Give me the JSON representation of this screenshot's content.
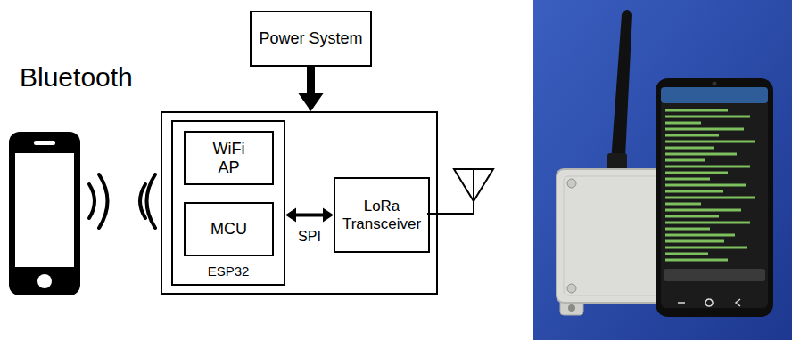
{
  "diagram": {
    "nodes": [
      {
        "text": [
          "Power System"
        ]
      },
      {
        "text": []
      },
      {
        "text": [
          "ESP32"
        ],
        "in": 1
      },
      {
        "text": [
          "WiFi AP"
        ],
        "in": 2
      },
      {
        "text": [
          "MCU"
        ],
        "in": 2
      },
      {
        "text": [
          "LoRa Transceiver"
        ],
        "in": 1
      }
    ],
    "edges": [
      {
        "from": 0,
        "to": 1,
        "arrow": "to"
      },
      {
        "from": 2,
        "to": 5,
        "label": "SPI",
        "arrow": "both"
      }
    ],
    "labels": [
      "Bluetooth"
    ]
  }
}
